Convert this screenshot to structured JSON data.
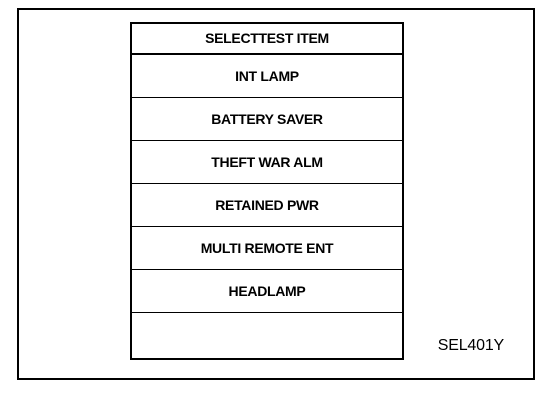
{
  "screen": {
    "header": "SELECTTEST ITEM",
    "items": [
      {
        "label": "INT LAMP"
      },
      {
        "label": "BATTERY SAVER"
      },
      {
        "label": "THEFT WAR ALM"
      },
      {
        "label": "RETAINED PWR"
      },
      {
        "label": "MULTI REMOTE ENT"
      },
      {
        "label": "HEADLAMP"
      },
      {
        "label": ""
      }
    ]
  },
  "reference_code": "SEL401Y",
  "colors": {
    "border": "#000000",
    "background": "#ffffff",
    "text": "#000000"
  }
}
